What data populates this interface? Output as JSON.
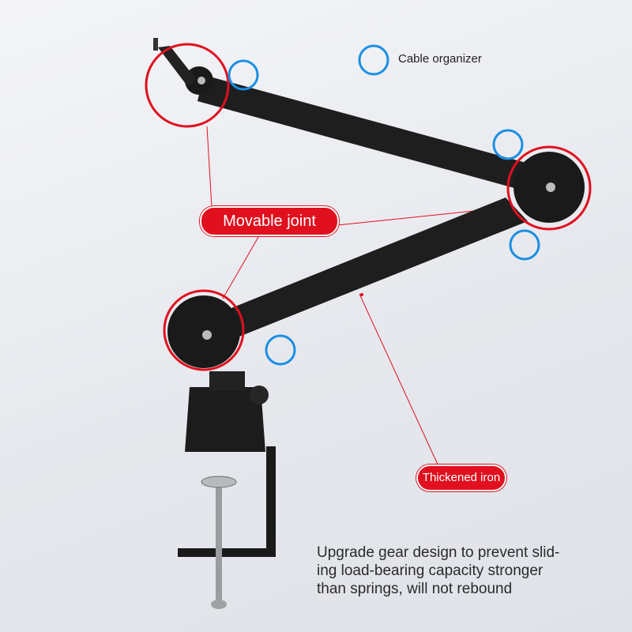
{
  "legend": {
    "label": "Cable organizer",
    "color": "#1a8fe3"
  },
  "callouts": {
    "movable_joint": "Movable joint",
    "thickened_iron": "Thickened iron",
    "accent": "#e0101e"
  },
  "description": {
    "line1": "Upgrade gear design to prevent slid-",
    "line2": "ing load-bearing capacity stronger",
    "line3": "than springs, will not rebound"
  }
}
